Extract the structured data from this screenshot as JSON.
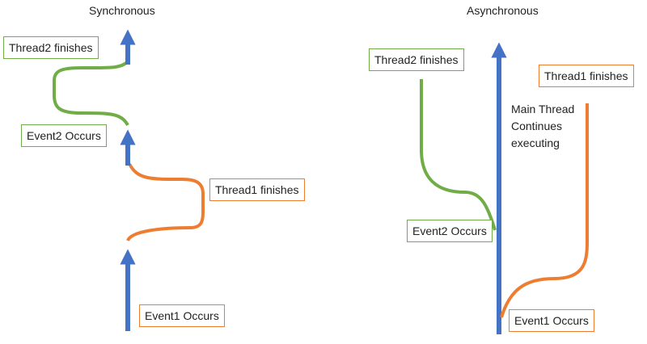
{
  "colors": {
    "main": "#4472c4",
    "thread1": "#ed7d31",
    "thread2": "#70ad47"
  },
  "synchronous": {
    "title": "Synchronous",
    "labels": {
      "thread2_finishes": "Thread2 finishes",
      "event2_occurs": "Event2 Occurs",
      "thread1_finishes": "Thread1 finishes",
      "event1_occurs": "Event1 Occurs"
    }
  },
  "asynchronous": {
    "title": "Asynchronous",
    "labels": {
      "thread2_finishes": "Thread2 finishes",
      "thread1_finishes": "Thread1 finishes",
      "event2_occurs": "Event2 Occurs",
      "event1_occurs": "Event1 Occurs"
    },
    "main_note": [
      "Main Thread",
      "Continues",
      "executing"
    ]
  }
}
